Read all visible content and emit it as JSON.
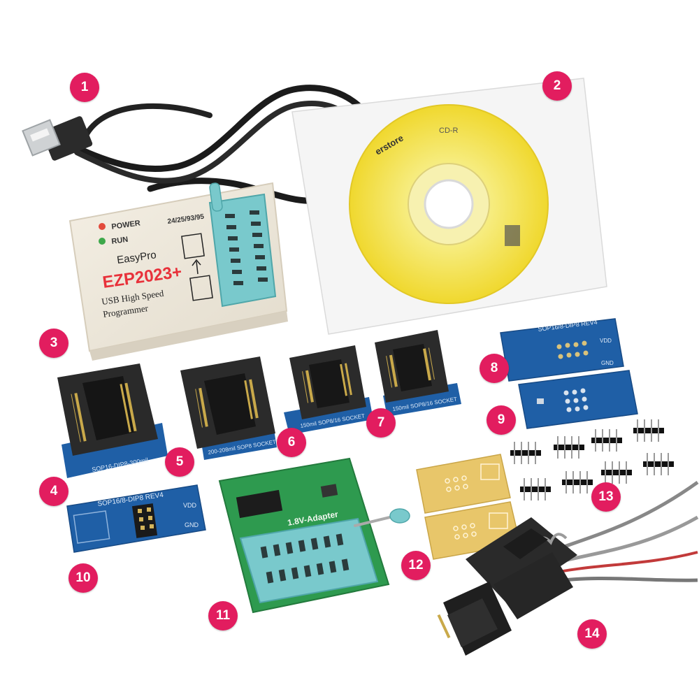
{
  "badges": [
    "1",
    "2",
    "3",
    "4",
    "5",
    "6",
    "7",
    "8",
    "9",
    "10",
    "11",
    "12",
    "13",
    "14"
  ],
  "programmer": {
    "power_label": "POWER",
    "run_label": "RUN",
    "chip_series": "24/25/93/95",
    "brand": "EasyPro",
    "model": "EZP2023+",
    "line1": "USB  High Speed",
    "line2": "Programmer"
  },
  "cd": {
    "store_text": "erstore",
    "cdr_text": "CD-R"
  },
  "adapters": {
    "sop16_300": "SOP16-DIP8-300mil",
    "sop8_200": "200-208mil SOP8 SOCKET",
    "sop8_150a": "150mil SOP8/16 SOCKET",
    "sop8_150b": "150mil SOP8/16 SOCKET",
    "board8_title": "SOP16/8-DIP8 REV4",
    "board10_title": "SOP16/8-DIP8 REV4",
    "vdd": "VDD",
    "gnd": "GND",
    "adapter_18v": "1.8V-Adapter"
  },
  "colors": {
    "badge": "#e21d5f",
    "blue_pcb": "#1f5fa6",
    "green_pcb": "#2e9a4f",
    "zif_teal": "#6fc7c9",
    "cd_yellow": "#f4e64b",
    "socket_black": "#2a2a2a"
  }
}
